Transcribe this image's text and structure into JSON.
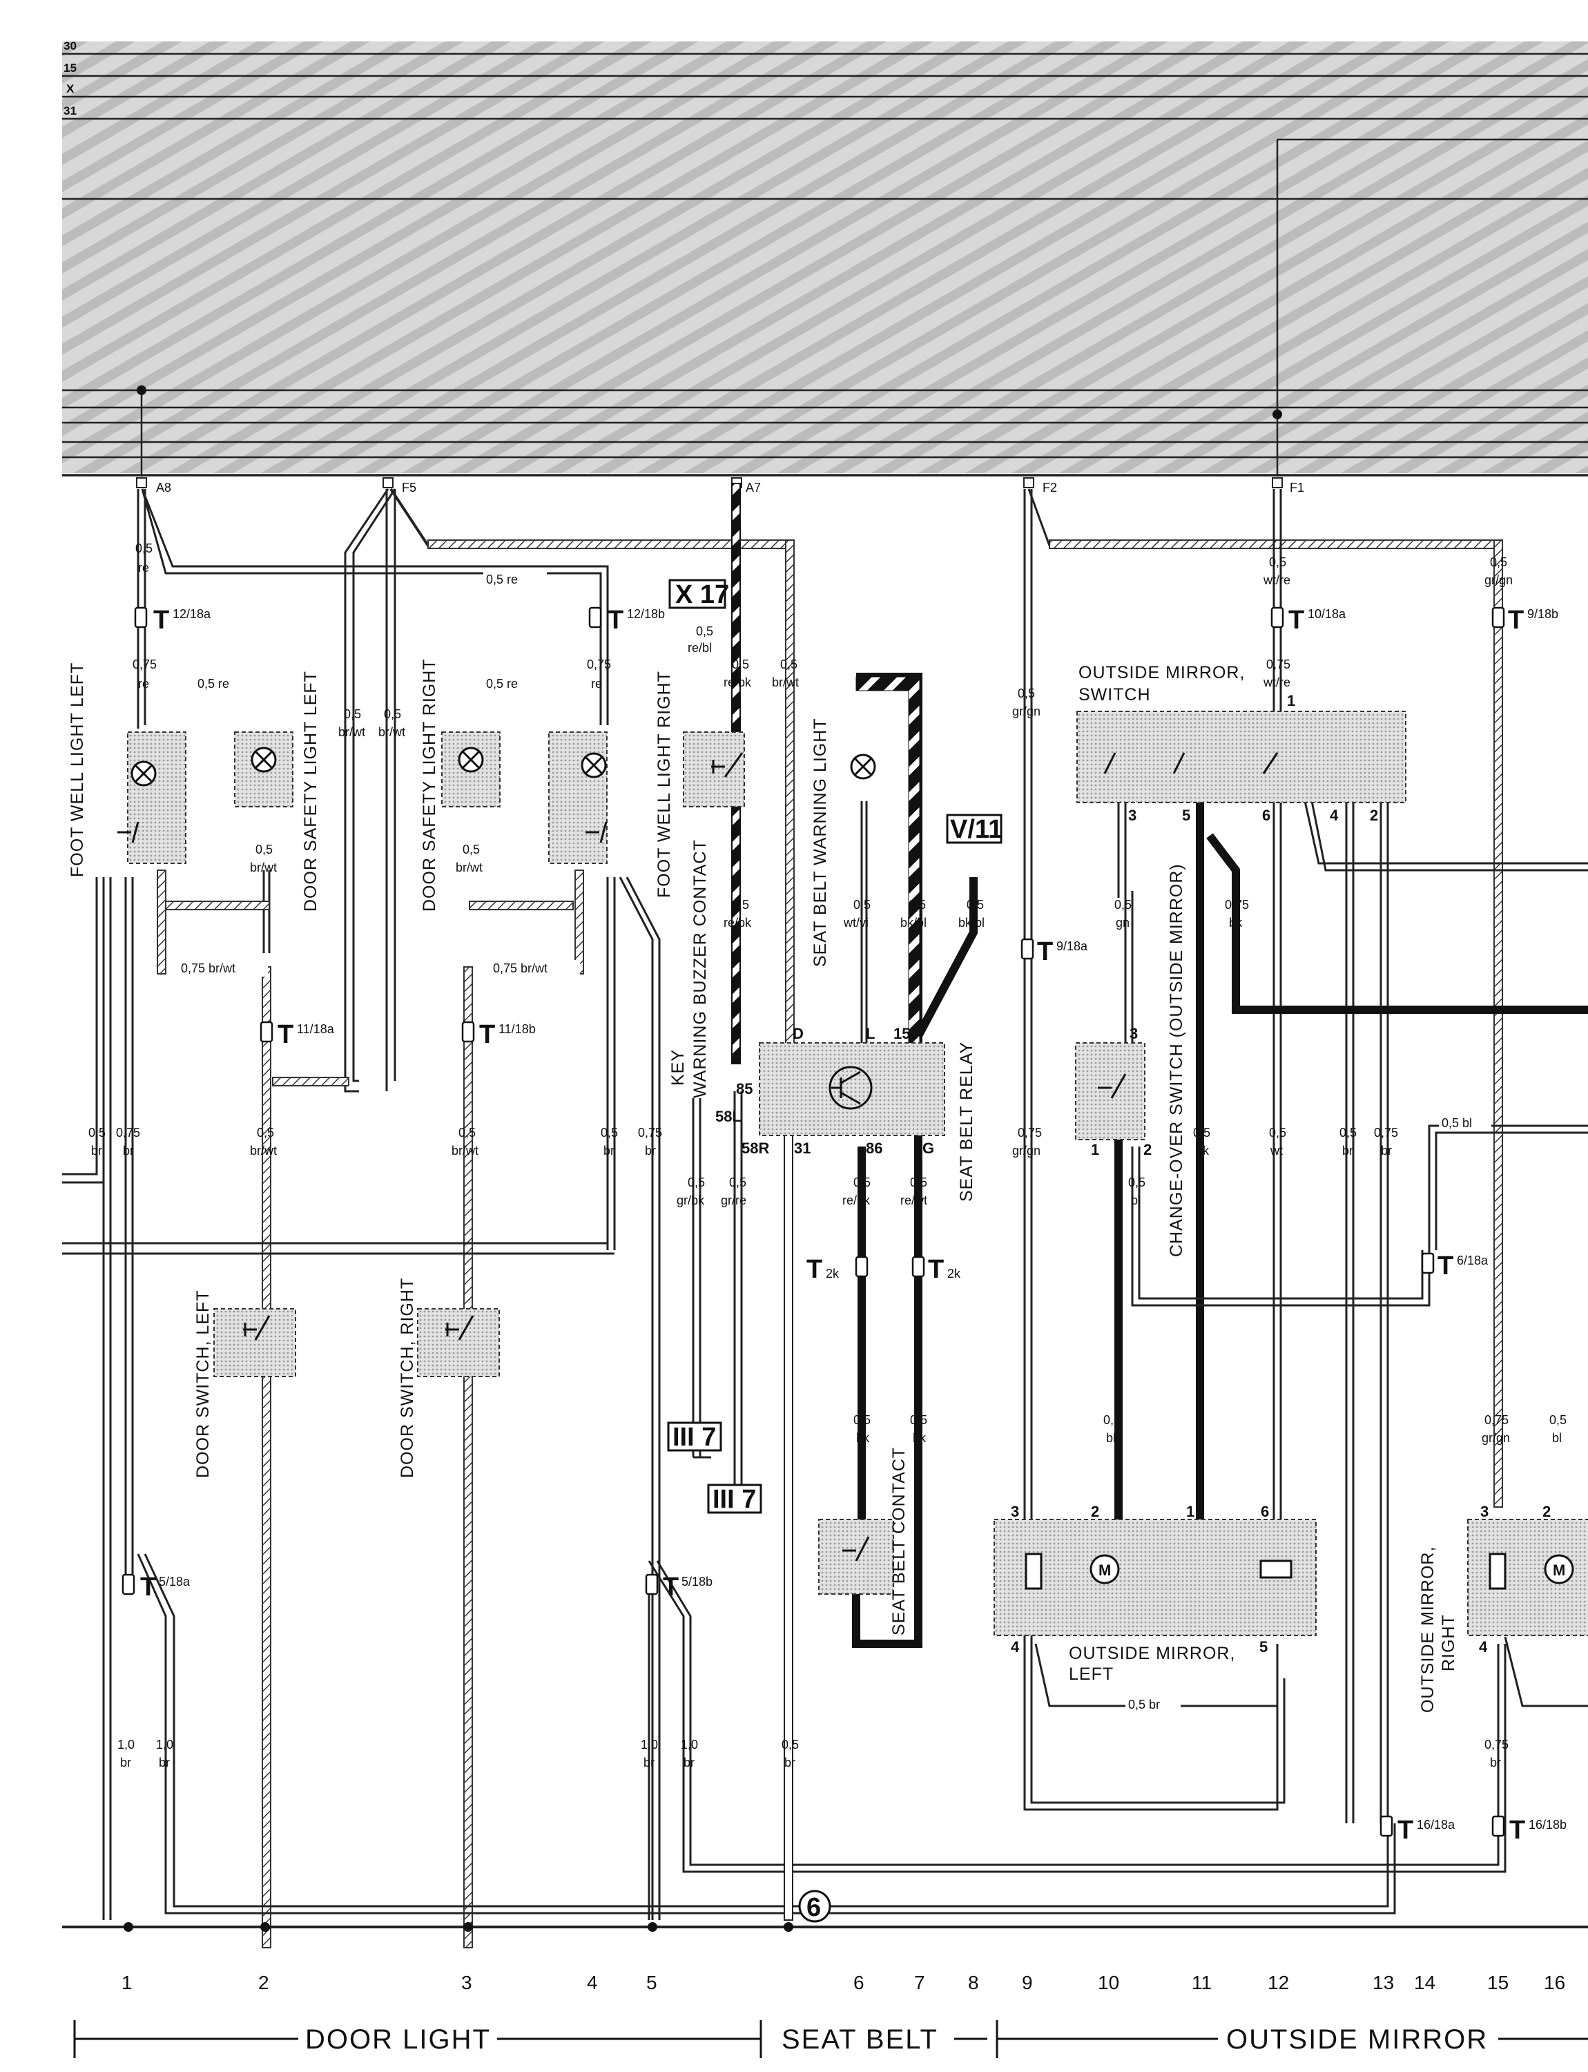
{
  "bus": [
    "30",
    "15",
    "X",
    "31"
  ],
  "terminals": {
    "A8": "A8",
    "F5": "F5",
    "A7": "A7",
    "F2": "F2",
    "F1": "F1"
  },
  "components": {
    "foot_left": "FOOT WELL LIGHT LEFT",
    "door_safety_left": "DOOR SAFETY LIGHT LEFT",
    "door_safety_right": "DOOR SAFETY LIGHT RIGHT",
    "foot_right": "FOOT WELL LIGHT RIGHT",
    "key_warning_1": "KEY",
    "key_warning_2": "WARNING BUZZER CONTACT",
    "seat_belt_warning": "SEAT BELT WARNING LIGHT",
    "seat_belt_relay": "SEAT BELT RELAY",
    "seat_belt_contact": "SEAT BELT CONTACT",
    "door_switch_left": "DOOR SWITCH, LEFT",
    "door_switch_right": "DOOR SWITCH, RIGHT",
    "mirror_switch_1": "OUTSIDE MIRROR,",
    "mirror_switch_2": "SWITCH",
    "changeover": "CHANGE-OVER SWITCH (OUTSIDE MIRROR)",
    "mirror_left_1": "OUTSIDE MIRROR,",
    "mirror_left_2": "LEFT",
    "mirror_right_1": "OUTSIDE MIRROR,",
    "mirror_right_2": "RIGHT"
  },
  "connectors": {
    "T": "T",
    "t12a": "12/18a",
    "t12b": "12/18b",
    "t11a": "11/18a",
    "t11b": "11/18b",
    "t5a": "5/18a",
    "t5b": "5/18b",
    "t10a": "10/18a",
    "t9a": "9/18a",
    "t9b": "9/18b",
    "t6a": "6/18a",
    "t16a": "16/18a",
    "t16b": "16/18b",
    "t2k": "2k"
  },
  "refs": {
    "x17": "X 17",
    "v11": "V/11",
    "iii7a": "III 7",
    "iii7b": "III 7"
  },
  "relay_pins": {
    "D": "D",
    "L": "L",
    "p15": "15",
    "p85": "85",
    "p58L": "58L",
    "p58R": "58R",
    "p31": "31",
    "p86": "86",
    "G": "G"
  },
  "mirror_pins": {
    "s1": "1",
    "s3": "3",
    "s5": "5",
    "s6": "6",
    "s4": "4",
    "s2": "2",
    "c3": "3",
    "c1": "1",
    "c2": "2",
    "l3": "3",
    "l2": "2",
    "l1": "1",
    "l6": "6",
    "l4": "4",
    "l5": "5",
    "r3": "3",
    "r2": "2",
    "r4": "4"
  },
  "wires": {
    "w_05": "0,5",
    "w_075": "0,75",
    "w_10": "1,0",
    "re": "re",
    "br": "br",
    "br_wt": "br/wt",
    "re_bl": "re/bl",
    "re_bk": "re/bk",
    "wt_vi": "wt/vi",
    "bk_bl": "bk/bl",
    "bk": "bk",
    "re_wt": "re/wt",
    "gr_bk": "gr/bk",
    "gr_re": "gr/re",
    "gr_gn": "gr/gn",
    "wt_re": "wt/re",
    "gn": "gn",
    "bl": "bl",
    "wt": "wt",
    "i05re": "0,5  re",
    "i075brwt": "0,75  br/wt",
    "i05bl": "0,5  bl",
    "i05br": "0,5  br"
  },
  "ground": "6",
  "columns": [
    "1",
    "2",
    "3",
    "4",
    "5",
    "6",
    "7",
    "8",
    "9",
    "10",
    "11",
    "12",
    "13",
    "14",
    "15",
    "16"
  ],
  "sections": {
    "door": "DOOR LIGHT",
    "seat": "SEAT BELT",
    "mirror": "OUTSIDE MIRROR"
  }
}
